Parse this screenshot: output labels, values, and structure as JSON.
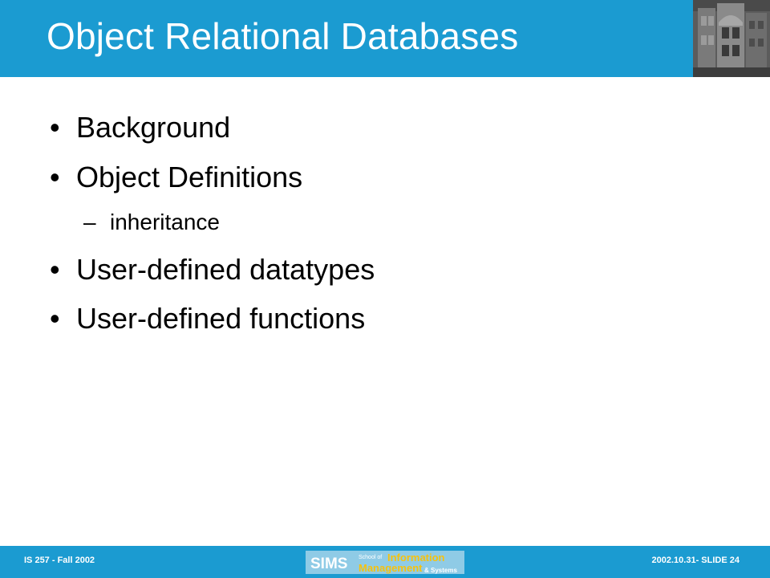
{
  "slide": {
    "title": "Object Relational Databases",
    "bullets": [
      {
        "level": 1,
        "marker": "•",
        "text": "Background"
      },
      {
        "level": 1,
        "marker": "•",
        "text": "Object Definitions"
      },
      {
        "level": 2,
        "marker": "–",
        "text": "inheritance"
      },
      {
        "level": 1,
        "marker": "•",
        "text": "User-defined datatypes"
      },
      {
        "level": 1,
        "marker": "•",
        "text": "User-defined functions"
      }
    ]
  },
  "footer": {
    "left": "IS 257 - Fall 2002",
    "right": "2002.10.31- SLIDE 24"
  },
  "logo": {
    "abbrev": "SIMS",
    "line1_prefix": "School of",
    "line1": "Information",
    "line2": "Management",
    "line2_suffix": "& Systems"
  },
  "colors": {
    "accent": "#1b9bd1",
    "logo_bg": "#8fcbe6",
    "logo_text": "#ffffff",
    "logo_highlight": "#f6c20f"
  },
  "icons": {
    "title_image": "building-photo",
    "footer_logo": "sims-logo"
  }
}
